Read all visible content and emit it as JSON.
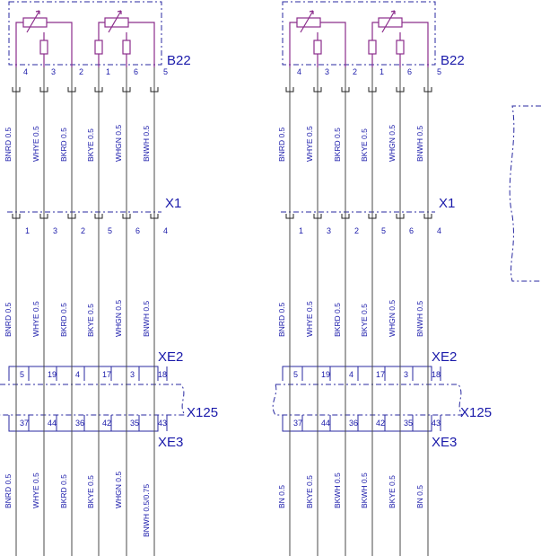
{
  "left": {
    "b22": "B22",
    "x1": "X1",
    "xe2": "XE2",
    "x125": "X125",
    "xe3": "XE3",
    "b22_pins": [
      "4",
      "3",
      "2",
      "1",
      "6",
      "5"
    ],
    "wires_top": [
      "BNRD 0.5",
      "WHYE 0.5",
      "BKRD 0.5",
      "BKYE 0.5",
      "WHGN 0.5",
      "BNWH 0.5"
    ],
    "x1_pins": [
      "1",
      "3",
      "2",
      "5",
      "6",
      "4"
    ],
    "wires_mid": [
      "BNRD 0.5",
      "WHYE 0.5",
      "BKRD 0.5",
      "BKYE 0.5",
      "WHGN 0.5",
      "BNWH 0.5"
    ],
    "xe2_pins": [
      "5",
      "19",
      "4",
      "17",
      "3",
      "18"
    ],
    "xe3_pins": [
      "37",
      "44",
      "36",
      "42",
      "35",
      "43"
    ],
    "wires_bot": [
      "BNRD 0.5",
      "WHYE 0.5",
      "BKRD 0.5",
      "BKYE 0.5",
      "WHGN 0.5",
      "BNWH 0.5/0.75"
    ]
  },
  "right": {
    "b22": "B22",
    "x1": "X1",
    "xe2": "XE2",
    "x125": "X125",
    "xe3": "XE3",
    "b22_pins": [
      "4",
      "3",
      "2",
      "1",
      "6",
      "5"
    ],
    "wires_top": [
      "BNRD 0.5",
      "WHYE 0.5",
      "BKRD 0.5",
      "BKYE 0.5",
      "WHGN 0.5",
      "BNWH 0.5"
    ],
    "x1_pins": [
      "1",
      "3",
      "2",
      "5",
      "6",
      "4"
    ],
    "wires_mid": [
      "BNRD 0.5",
      "WHYE 0.5",
      "BKRD 0.5",
      "BKYE 0.5",
      "WHGN 0.5",
      "BNWH 0.5"
    ],
    "xe2_pins": [
      "5",
      "19",
      "4",
      "17",
      "3",
      "18"
    ],
    "xe3_pins": [
      "37",
      "44",
      "36",
      "42",
      "35",
      "43"
    ],
    "wires_bot": [
      "BN 0.5",
      "BKYE 0.5",
      "BKWH 0.5",
      "BKWH 0.5",
      "BKYE 0.5",
      "BN 0.5"
    ]
  }
}
